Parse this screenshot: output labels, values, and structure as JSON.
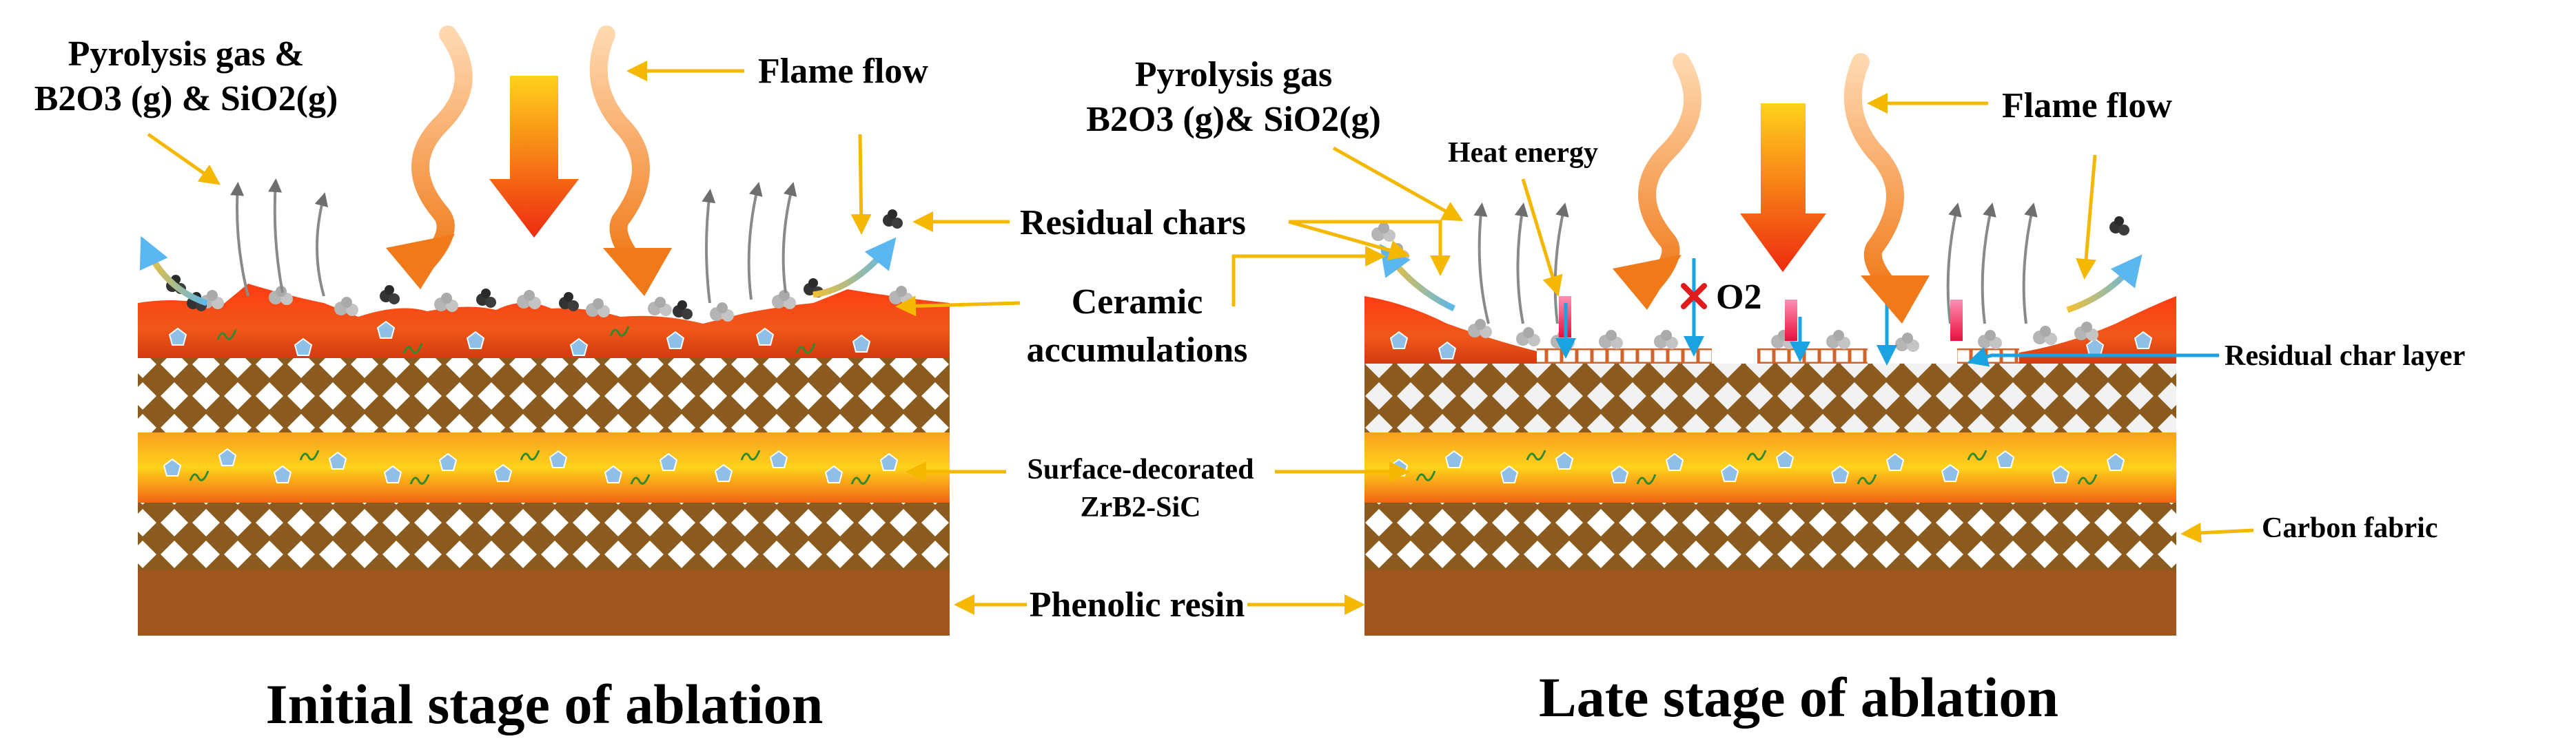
{
  "colors": {
    "annotation_arrow": "#f5b800",
    "residual_char_arrow": "#1aa3e0",
    "flame_orange": "#f07a1a",
    "carbon_fabric": "#8a5a1e",
    "phenolic_resin": "#a0561e",
    "ceramic_particle": "#8fbfe6",
    "oxygen_blocked": "#e01b1b"
  },
  "left_panel": {
    "title": "Initial stage of ablation",
    "pyrolysis_line1": "Pyrolysis gas &",
    "pyrolysis_line2": "B2O3 (g) & SiO2(g)"
  },
  "right_panel": {
    "title": "Late stage of ablation",
    "pyrolysis_line1": "Pyrolysis gas",
    "pyrolysis_line2": "B2O3 (g)& SiO2(g)",
    "heat_energy": "Heat energy",
    "o2": "O2",
    "flame_flow": "Flame flow"
  },
  "shared_labels": {
    "flame_flow": "Flame flow",
    "residual_chars": "Residual chars",
    "ceramic_line1": "Ceramic",
    "ceramic_line2": "accumulations",
    "surface_line1": "Surface-decorated",
    "surface_line2": "ZrB2-SiC",
    "phenolic_resin": "Phenolic resin"
  },
  "right_labels": {
    "residual_char_layer": "Residual char layer",
    "carbon_fabric": "Carbon fabric"
  }
}
